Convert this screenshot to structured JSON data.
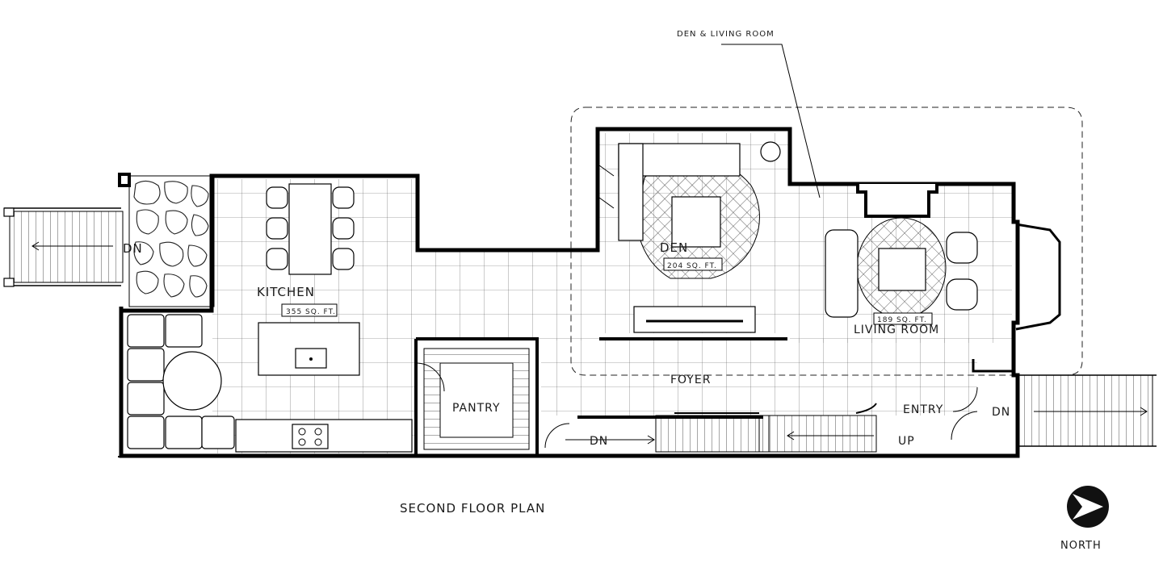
{
  "title": "SECOND FLOOR PLAN",
  "north": "NORTH",
  "callout": "DEN & LIVING ROOM",
  "rooms": {
    "kitchen": {
      "name": "KITCHEN",
      "area": "355 SQ. FT."
    },
    "den": {
      "name": "DEN",
      "area": "204 SQ. FT."
    },
    "living": {
      "name": "LIVING ROOM",
      "area": "189 SQ. FT."
    },
    "pantry": {
      "name": "PANTRY"
    },
    "foyer": {
      "name": "FOYER"
    },
    "entry": {
      "name": "ENTRY"
    }
  },
  "stairs": {
    "dn_left": "DN",
    "dn_hall": "DN",
    "dn_right": "DN",
    "up": "UP"
  }
}
